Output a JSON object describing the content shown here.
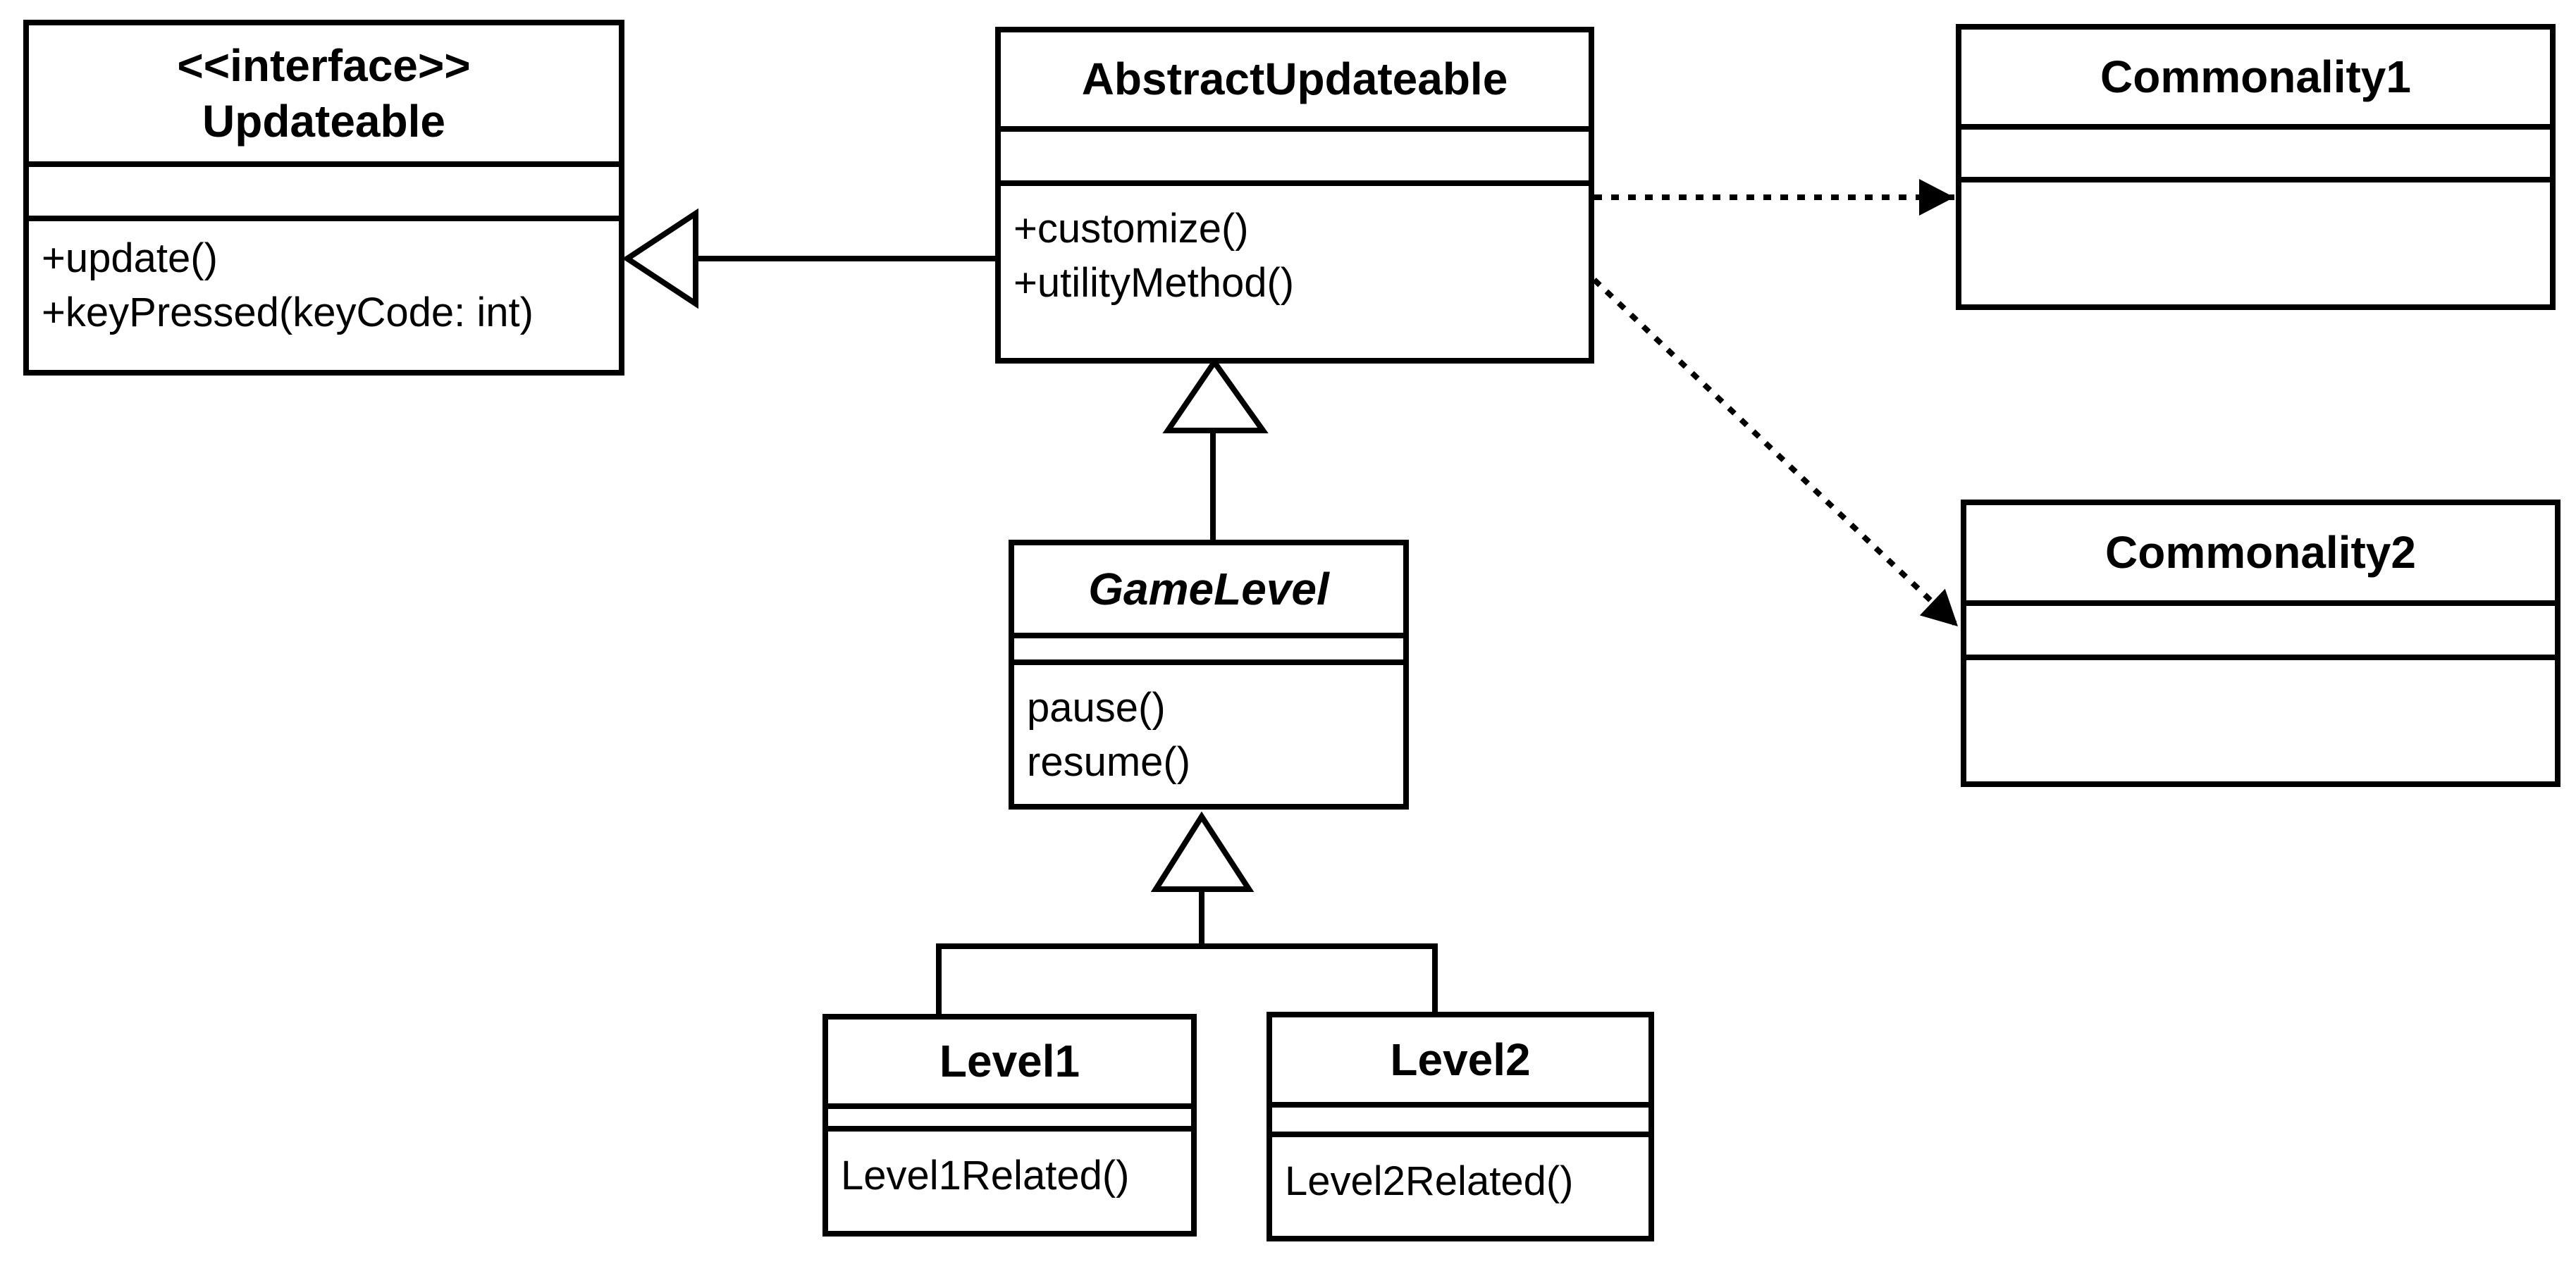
{
  "diagram": {
    "background_color": "#ffffff",
    "line_color": "#000000"
  },
  "classes": {
    "updateable": {
      "stereotype": "<<interface>>",
      "name": "Updateable",
      "attributes": [],
      "methods": [
        "+update()",
        "+keyPressed(keyCode: int)"
      ]
    },
    "abstract_updateable": {
      "name": "AbstractUpdateable",
      "attributes": [],
      "methods": [
        "+customize()",
        "+utilityMethod()"
      ]
    },
    "commonality1": {
      "name": "Commonality1",
      "attributes": [],
      "methods": []
    },
    "commonality2": {
      "name": "Commonality2",
      "attributes": [],
      "methods": []
    },
    "game_level": {
      "name": "GameLevel",
      "name_style": "abstract-italic",
      "attributes": [],
      "methods": [
        "pause()",
        "resume()"
      ]
    },
    "level1": {
      "name": "Level1",
      "attributes": [],
      "methods": [
        "Level1Related()"
      ]
    },
    "level2": {
      "name": "Level2",
      "attributes": [],
      "methods": [
        "Level2Related()"
      ]
    }
  },
  "relationships": [
    {
      "type": "realization",
      "from": "AbstractUpdateable",
      "to": "Updateable",
      "arrow": "hollow-triangle",
      "line": "solid"
    },
    {
      "type": "generalization",
      "from": "GameLevel",
      "to": "AbstractUpdateable",
      "arrow": "hollow-triangle",
      "line": "solid"
    },
    {
      "type": "generalization",
      "from": "Level1",
      "to": "GameLevel",
      "arrow": "hollow-triangle",
      "line": "solid"
    },
    {
      "type": "generalization",
      "from": "Level2",
      "to": "GameLevel",
      "arrow": "hollow-triangle",
      "line": "solid"
    },
    {
      "type": "dependency",
      "from": "AbstractUpdateable",
      "to": "Commonality1",
      "arrow": "filled-triangle",
      "line": "dotted"
    },
    {
      "type": "dependency",
      "from": "AbstractUpdateable",
      "to": "Commonality2",
      "arrow": "filled-triangle",
      "line": "dotted"
    }
  ]
}
